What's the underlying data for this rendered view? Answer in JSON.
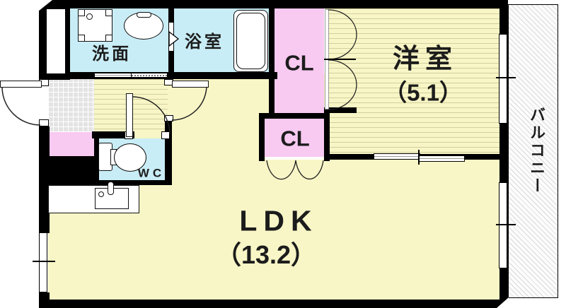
{
  "plan": {
    "title": "apartment floor plan",
    "rooms": {
      "washroom": {
        "label": "洗面"
      },
      "bathroom": {
        "label": "浴室"
      },
      "wc": {
        "label": "WC"
      },
      "closet_upper": {
        "label": "CL"
      },
      "closet_lower": {
        "label": "CL"
      },
      "western_room": {
        "label": "洋室",
        "size": "（5.1）"
      },
      "ldk": {
        "label": "LDK",
        "size": "（13.2）"
      },
      "balcony": {
        "label": "バルコニー"
      }
    },
    "colors": {
      "wall": "#000000",
      "wet_area": "#c9edf6",
      "closet": "#f8c9f1",
      "living": "#f8f6c6",
      "flooring_line": "#d2cf9e",
      "entrance_tile": "#e3e3e3",
      "balcony_hatch": "#d9d9d9",
      "text": "#1c1c1c"
    }
  }
}
